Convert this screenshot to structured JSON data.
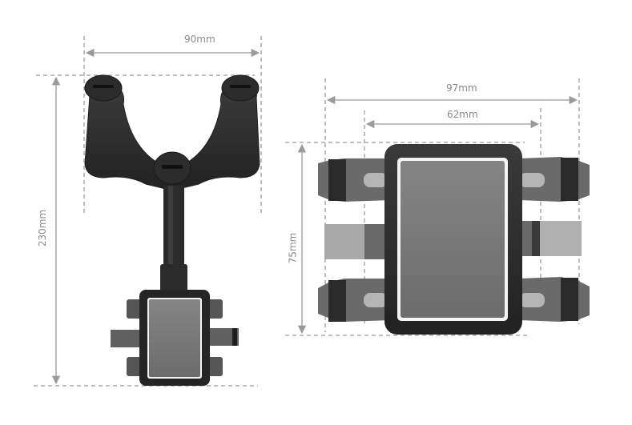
{
  "diagram": {
    "subject": "Rearview mirror phone holder dimensions",
    "colors": {
      "dimension_line": "#9a9a9a",
      "label_text": "#8a8a8a",
      "product_dark": "#2e2e2e",
      "product_mid": "#4a4a4a",
      "screen": "#7a7a7a",
      "arm_light": "#a8a8a8"
    },
    "left_view": {
      "width_label": "90mm",
      "height_label": "230mm"
    },
    "right_view": {
      "outer_width_label": "97mm",
      "inner_width_label": "62mm",
      "height_label": "75mm"
    }
  }
}
